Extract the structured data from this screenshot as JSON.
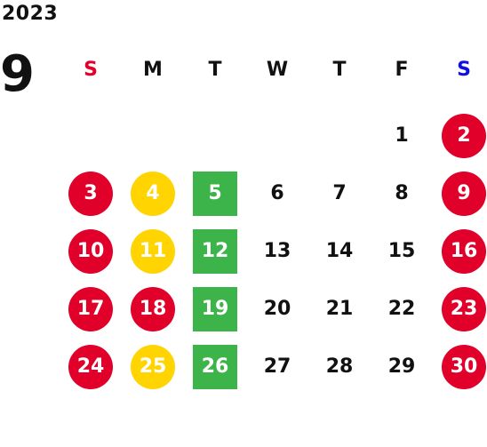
{
  "calendar": {
    "year": "2023",
    "month": "9",
    "weekdays": [
      {
        "label": "S",
        "color": "#e0002a"
      },
      {
        "label": "M",
        "color": "#111111"
      },
      {
        "label": "T",
        "color": "#111111"
      },
      {
        "label": "W",
        "color": "#111111"
      },
      {
        "label": "T",
        "color": "#111111"
      },
      {
        "label": "F",
        "color": "#111111"
      },
      {
        "label": "S",
        "color": "#1010e0"
      }
    ],
    "first_weekday_index": 5,
    "days_in_month": 30,
    "marker_colors": {
      "red": "#e0002a",
      "yellow": "#ffd400",
      "green": "#3cb44a"
    },
    "red_days": [
      2,
      3,
      9,
      10,
      16,
      17,
      18,
      23,
      24,
      30
    ],
    "yellow_days": [
      4,
      11,
      25
    ],
    "green_days": [
      5,
      12,
      19,
      26
    ]
  }
}
